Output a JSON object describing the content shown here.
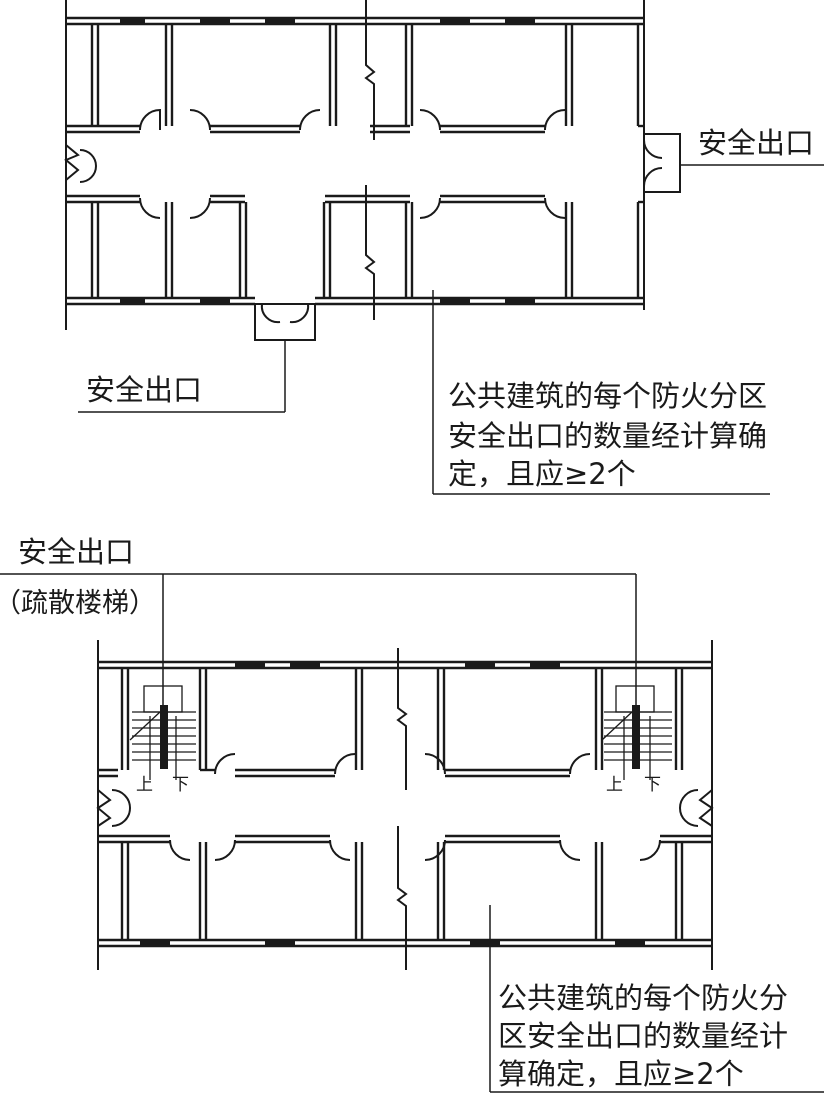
{
  "top_plan": {
    "exit_label_right": "安全出口",
    "exit_label_bottom": "安全出口",
    "note_lines": [
      "公共建筑的每个防火分区",
      "安全出口的数量经计算确",
      "定，且应≥2个"
    ]
  },
  "bottom_plan": {
    "exit_label_line1": "安全出口",
    "exit_label_line2": "（疏散楼梯）",
    "stair_left_up": "上",
    "stair_left_down": "下",
    "stair_right_up": "上",
    "stair_right_down": "下",
    "note_lines": [
      "公共建筑的每个防火分",
      "区安全出口的数量经计",
      "算确定，且应≥2个"
    ]
  }
}
